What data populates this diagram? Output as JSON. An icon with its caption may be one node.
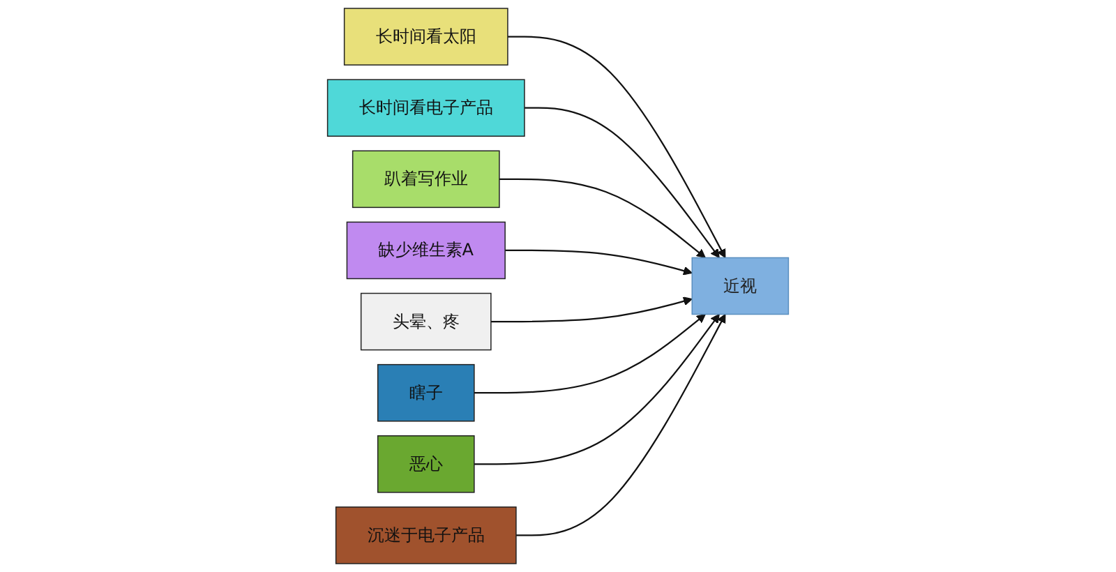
{
  "diagram": {
    "nodes": [
      {
        "text": [
          "长时间看太阳"
        ]
      },
      {
        "text": [
          "长时间看电子产品"
        ]
      },
      {
        "text": [
          "趴着写作业"
        ]
      },
      {
        "text": [
          "缺少维生素A"
        ]
      },
      {
        "text": [
          "近视"
        ]
      },
      {
        "text": [
          "头晕、疼"
        ]
      },
      {
        "text": [
          "瞎子"
        ]
      },
      {
        "text": [
          "恶心"
        ]
      },
      {
        "text": [
          "沉迷于电子产品"
        ]
      }
    ],
    "edges": [
      {
        "from": 0,
        "to": 4,
        "arrow": "to"
      },
      {
        "from": 1,
        "to": 4,
        "arrow": "to"
      },
      {
        "from": 2,
        "to": 4,
        "arrow": "to"
      },
      {
        "from": 3,
        "to": 4,
        "arrow": "to"
      },
      {
        "from": 5,
        "to": 4,
        "arrow": "to"
      },
      {
        "from": 6,
        "to": 4,
        "arrow": "to"
      },
      {
        "from": 7,
        "to": 4,
        "arrow": "to"
      },
      {
        "from": 8,
        "to": 4,
        "arrow": "to"
      }
    ]
  }
}
